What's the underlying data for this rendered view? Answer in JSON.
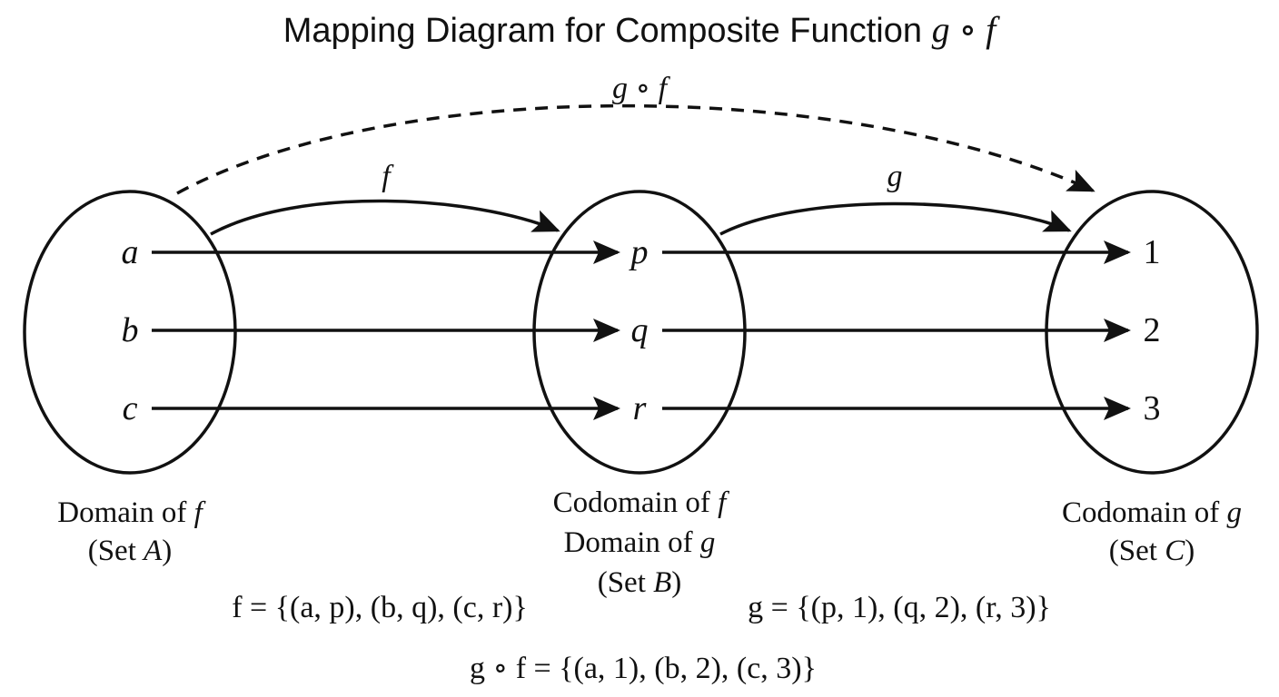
{
  "title": {
    "text": "Mapping Diagram for Composite Function ",
    "func": "g ∘ f"
  },
  "composite_arc_label": "g ∘ f",
  "arc_labels": {
    "f": "f",
    "g": "g"
  },
  "sets": {
    "A": {
      "elements": [
        "a",
        "b",
        "c"
      ],
      "caption_line1_text": "Domain of ",
      "caption_line1_var": "f",
      "caption_line2_pre": "(Set ",
      "caption_line2_var": "A",
      "caption_line2_post": ")"
    },
    "B": {
      "elements": [
        "p",
        "q",
        "r"
      ],
      "caption_line1_text": "Codomain of ",
      "caption_line1_var": "f",
      "caption_line2_text": "Domain of ",
      "caption_line2_var": "g",
      "caption_line3_pre": "(Set ",
      "caption_line3_var": "B",
      "caption_line3_post": ")"
    },
    "C": {
      "elements": [
        "1",
        "2",
        "3"
      ],
      "caption_line1_text": "Codomain of ",
      "caption_line1_var": "g",
      "caption_line2_pre": "(Set ",
      "caption_line2_var": "C",
      "caption_line2_post": ")"
    }
  },
  "equations": {
    "f": "f = {(a, p), (b, q), (c, r)}",
    "g": "g = {(p, 1), (q, 2), (r, 3)}",
    "gof": "g ∘ f = {(a, 1), (b, 2), (c, 3)}"
  }
}
